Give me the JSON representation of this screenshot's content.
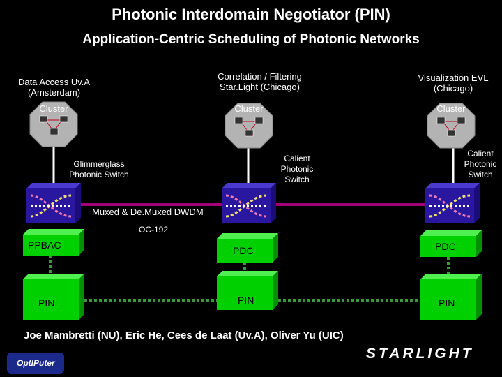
{
  "title": "Photonic Interdomain Negotiator (PIN)",
  "subtitle": "Application-Centric Scheduling of Photonic Networks",
  "sites": {
    "left": "Data Access Uv.A (Amsterdam)",
    "middle": "Correlation / Filtering Star.Light (Chicago)",
    "right": "Visualization EVL (Chicago)"
  },
  "cluster_label": "Cluster",
  "switches": {
    "left": "Glimmerglass Photonic Switch",
    "middle": "Calient Photonic Switch",
    "right": "Calient Photonic Switch"
  },
  "link_labels": {
    "dwdm": "Muxed & De.Muxed DWDM",
    "oc": "OC-192"
  },
  "controllers": {
    "left": "PPBAC",
    "middle": "PDC",
    "right": "PDC"
  },
  "pin_label": "PIN",
  "credits": "Joe Mambretti (NU), Eric He, Cees de Laat (Uv.A), Oliver Yu (UIC)",
  "logos": {
    "starlight": "STARLIGHT",
    "optiputer": "OptIPuter"
  },
  "colors": {
    "box": "#00d000",
    "link": "#a0007a",
    "dotted": "#3a9a3a",
    "switch": "#2a17a0"
  }
}
